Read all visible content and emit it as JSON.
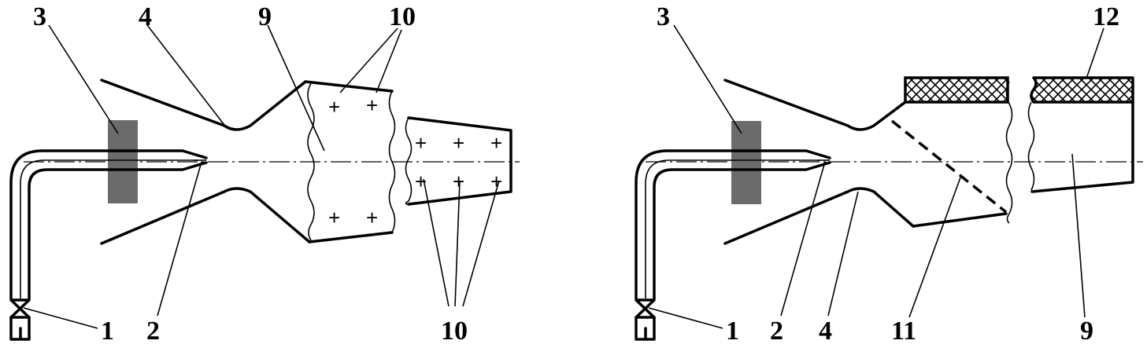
{
  "left": {
    "labels": {
      "n3": "3",
      "n4": "4",
      "n9": "9",
      "n10_top": "10",
      "n1": "1",
      "n2": "2",
      "n10_bottom": "10"
    },
    "plus_sign": "+"
  },
  "right": {
    "labels": {
      "n3": "3",
      "n12": "12",
      "n1": "1",
      "n2": "2",
      "n4": "4",
      "n11": "11",
      "n9": "9"
    }
  },
  "colors": {
    "magnet": "#6b6b6b",
    "line": "#000000",
    "background": "#ffffff"
  }
}
